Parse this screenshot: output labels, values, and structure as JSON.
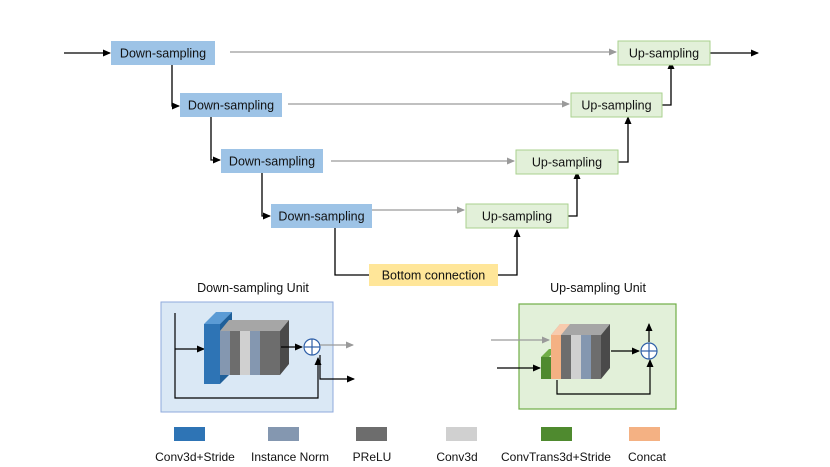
{
  "main": {
    "down_label": "Down-sampling",
    "up_label": "Up-sampling",
    "bottom_label": "Bottom connection"
  },
  "units": {
    "down_title": "Down-sampling Unit",
    "up_title": "Up-sampling Unit"
  },
  "legend": [
    {
      "label": "Conv3d+Stride",
      "color": "#2e74b5"
    },
    {
      "label": "Instance Norm",
      "color": "#8497b0"
    },
    {
      "label": "PReLU",
      "color": "#6d6d6d"
    },
    {
      "label": "Conv3d",
      "color": "#d0d0d0"
    },
    {
      "label": "ConvTrans3d+Stride",
      "color": "#4f8a2f"
    },
    {
      "label": "Concat",
      "color": "#f4b183"
    }
  ],
  "colors": {
    "down_box": "#9dc3e6",
    "up_box": "#e2f0d9",
    "up_box_border": "#a9d18e",
    "bottom_box": "#ffe699",
    "down_panel": "#dae8f5",
    "up_panel": "#e2f0d9",
    "up_panel_border": "#70ad47"
  }
}
